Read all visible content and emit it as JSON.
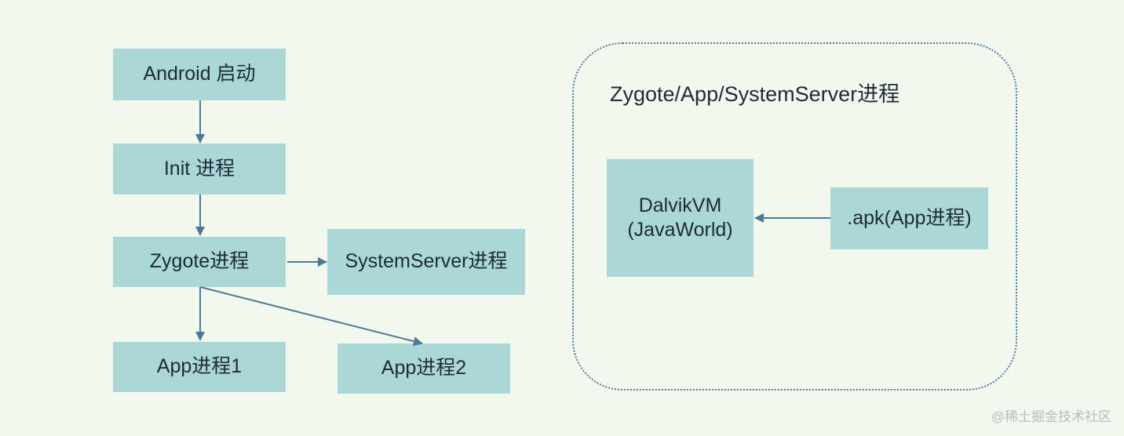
{
  "diagram": {
    "nodes": {
      "android": "Android 启动",
      "init": "Init 进程",
      "zygote": "Zygote进程",
      "system_server": "SystemServer进程",
      "app1": "App进程1",
      "app2": "App进程2",
      "dalvik_line1": "DalvikVM",
      "dalvik_line2": "(JavaWorld)",
      "apk": ".apk(App进程)"
    },
    "container_title": "Zygote/App/SystemServer进程",
    "edges": [
      {
        "from": "android",
        "to": "init"
      },
      {
        "from": "init",
        "to": "zygote"
      },
      {
        "from": "zygote",
        "to": "system_server"
      },
      {
        "from": "zygote",
        "to": "app1"
      },
      {
        "from": "zygote",
        "to": "app2"
      },
      {
        "from": "apk",
        "to": "dalvik"
      }
    ],
    "colors": {
      "background": "#f3f8ef",
      "node_fill": "#abd8d6",
      "arrow": "#4c7a96",
      "text": "#1c2a3a"
    }
  },
  "watermark": "@稀土掘金技术社区"
}
